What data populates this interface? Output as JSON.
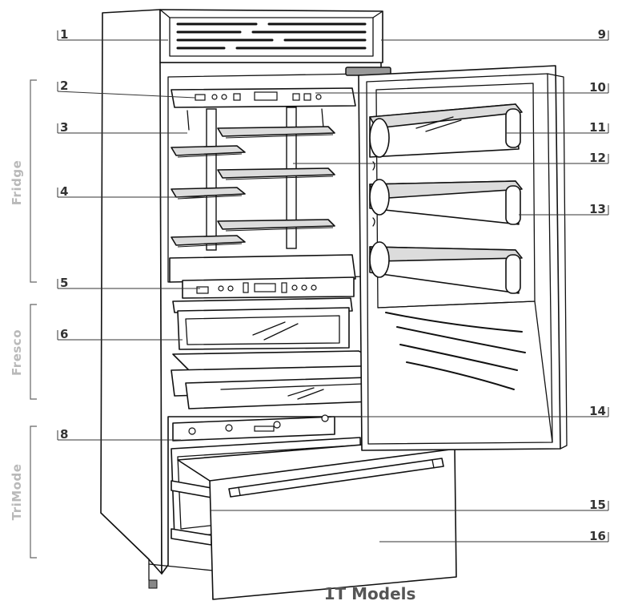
{
  "caption": "1T Models",
  "sections": [
    {
      "id": "fridge",
      "label": "Fridge"
    },
    {
      "id": "fresco",
      "label": "Fresco"
    },
    {
      "id": "trimode",
      "label": "TriMode"
    }
  ],
  "callouts": [
    {
      "id": "c1",
      "label": "1"
    },
    {
      "id": "c2",
      "label": "2"
    },
    {
      "id": "c3",
      "label": "3"
    },
    {
      "id": "c4",
      "label": "4"
    },
    {
      "id": "c5",
      "label": "5"
    },
    {
      "id": "c6",
      "label": "6"
    },
    {
      "id": "c8",
      "label": "8"
    },
    {
      "id": "c9",
      "label": "9"
    },
    {
      "id": "c10",
      "label": "10"
    },
    {
      "id": "c11",
      "label": "11"
    },
    {
      "id": "c12",
      "label": "12"
    },
    {
      "id": "c13",
      "label": "13"
    },
    {
      "id": "c14",
      "label": "14"
    },
    {
      "id": "c15",
      "label": "15"
    },
    {
      "id": "c16",
      "label": "16"
    }
  ]
}
